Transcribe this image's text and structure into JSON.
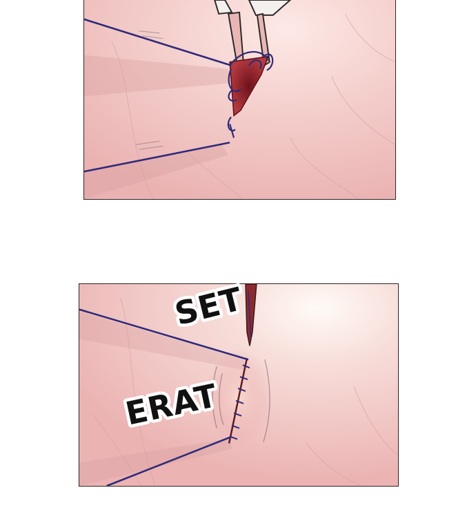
{
  "panels": [
    {
      "name": "panel-top",
      "scene": "suture-closing-wound",
      "colors": {
        "skin": "#f2c4c2",
        "skin_light": "#fbe3df",
        "thread": "#2e2a7a",
        "wound": "#8a1f24"
      }
    },
    {
      "name": "panel-bottom",
      "scene": "sutured-wound-tightened",
      "colors": {
        "skin": "#f0c0be",
        "skin_light": "#fff4ef",
        "thread": "#2e2a7a",
        "wound": "#7a2228"
      }
    }
  ],
  "sfx": {
    "set": "SET",
    "erat": "ERAT"
  }
}
